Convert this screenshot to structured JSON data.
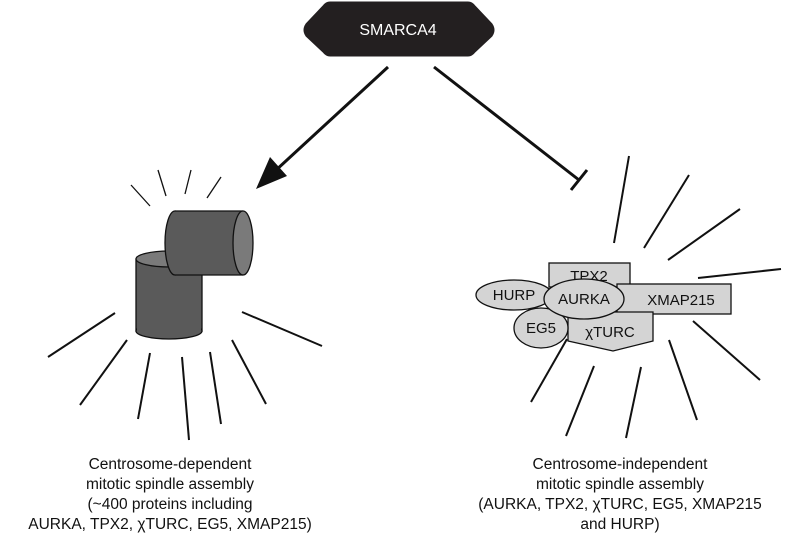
{
  "top_node": {
    "label": "SMARCA4",
    "fill": "#231f20",
    "text_color": "#ffffff"
  },
  "proteins": {
    "tpx2": "TPX2",
    "hurp": "HURP",
    "aurka": "AURKA",
    "xmap215": "XMAP215",
    "eg5": "EG5",
    "gturc": "χTURC"
  },
  "captions": {
    "left": [
      "Centrosome-dependent",
      "mitotic spindle assembly",
      "(~400 proteins including",
      "AURKA, TPX2, χTURC, EG5, XMAP215)"
    ],
    "right": [
      "Centrosome-independent",
      "mitotic spindle assembly",
      "(AURKA, TPX2, χTURC, EG5, XMAP215",
      "and HURP)"
    ]
  },
  "colors": {
    "protein_fill": "#d4d4d4",
    "centriole_fill": "#5a5a5a",
    "centriole_top": "#7a7a7a",
    "line": "#111111"
  }
}
